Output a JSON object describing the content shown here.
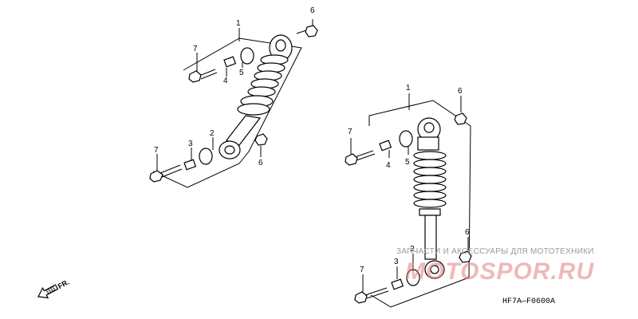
{
  "diagram": {
    "code": "HF7A—F0600A",
    "front_arrow": "FR.",
    "watermark": {
      "top": "ЗАПЧАСТИ И АКСЕССУАРЫ ДЛЯ МОТОТЕХНИКИ",
      "brand": "MOTOSPOR.RU"
    },
    "labels": {
      "a1": "1",
      "a2": "2",
      "a3": "3",
      "a4": "4",
      "a5": "5",
      "a6t": "6",
      "a6b": "6",
      "a7t": "7",
      "a7b": "7",
      "b1": "1",
      "b2": "2",
      "b3": "3",
      "b4": "4",
      "b5": "5",
      "b6t": "6",
      "b6b": "6",
      "b7t": "7",
      "b7b": "7"
    }
  }
}
